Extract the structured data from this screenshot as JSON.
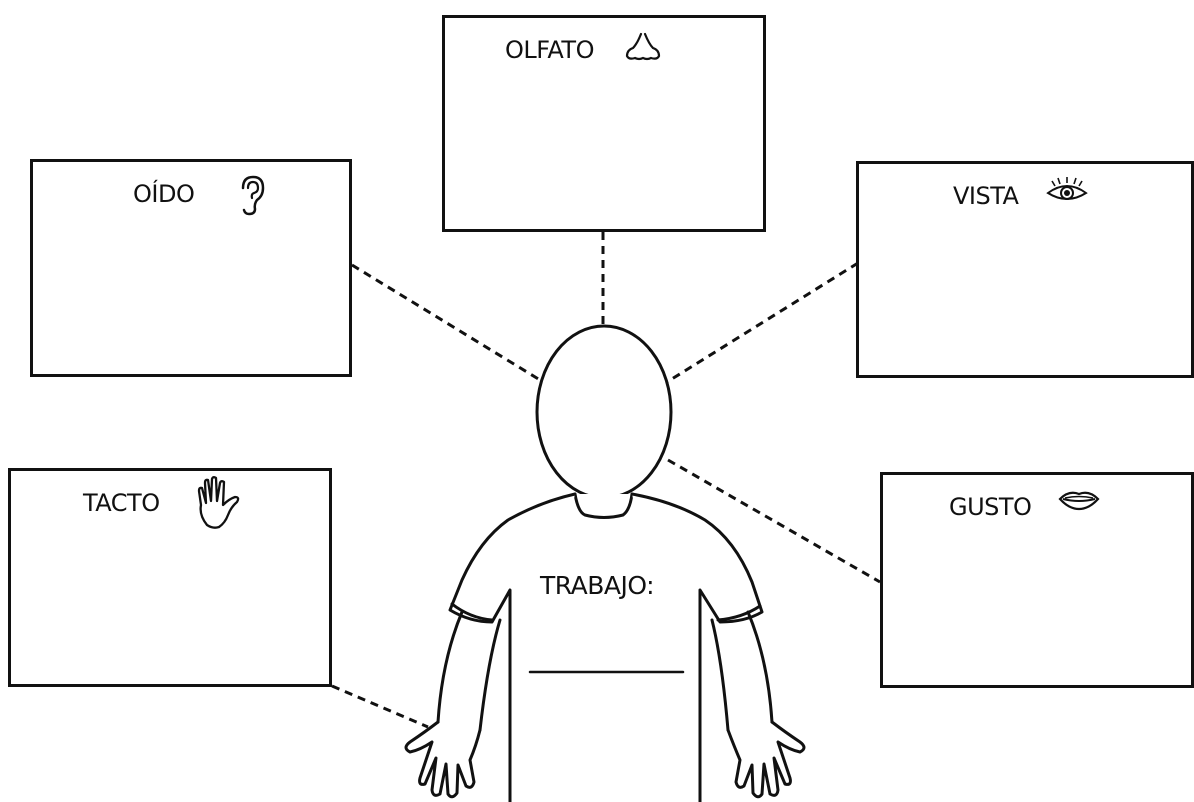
{
  "senses": {
    "olfato": {
      "label": "OLFATO",
      "icon": "nose-icon"
    },
    "oido": {
      "label": "OÍDO",
      "icon": "ear-icon"
    },
    "vista": {
      "label": "VISTA",
      "icon": "eye-icon"
    },
    "tacto": {
      "label": "TACTO",
      "icon": "hand-icon"
    },
    "gusto": {
      "label": "GUSTO",
      "icon": "mouth-icon"
    }
  },
  "figure": {
    "shirt_label": "TRABAJO:",
    "answer_blank": ""
  },
  "colors": {
    "ink": "#111111",
    "paper": "#ffffff"
  }
}
